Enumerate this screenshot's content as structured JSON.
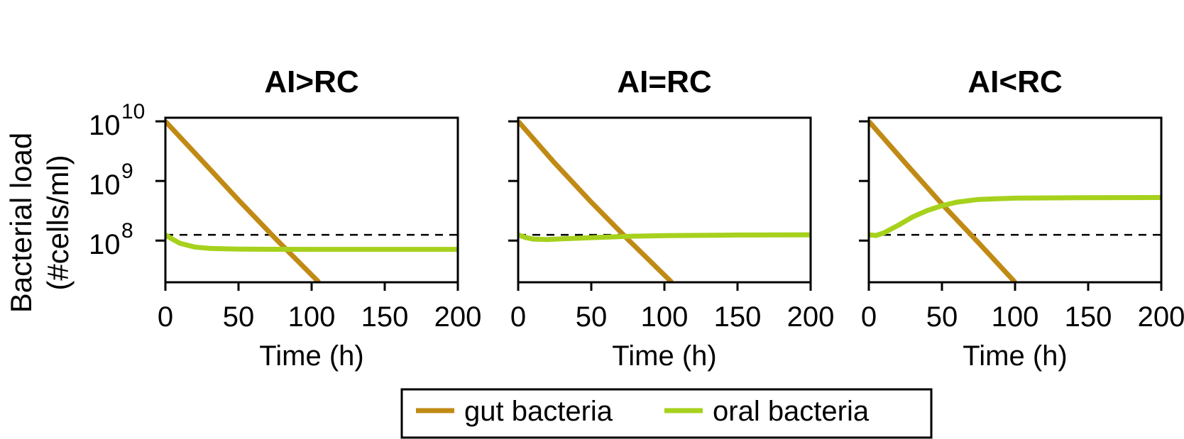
{
  "chart_data": {
    "type": "line",
    "ylabel_lines": [
      "Bacterial load",
      "(#cells/ml)"
    ],
    "y_scale": "log",
    "ylim": [
      20000000,
      11500000000
    ],
    "y_ticks": [
      {
        "value": 10000000000,
        "base": "10",
        "exp": "10"
      },
      {
        "value": 1000000000,
        "base": "10",
        "exp": "9"
      },
      {
        "value": 100000000,
        "base": "10",
        "exp": "8"
      }
    ],
    "xlim": [
      0,
      200
    ],
    "x_ticks": [
      0,
      50,
      100,
      150,
      200
    ],
    "threshold": 125000000,
    "colors": {
      "gut": "#c08a14",
      "oral": "#a6d11c"
    },
    "legend": {
      "placement": "bottom-center",
      "entries": [
        {
          "key": "gut",
          "label": "gut bacteria"
        },
        {
          "key": "oral",
          "label": "oral bacteria"
        }
      ]
    },
    "panels": [
      {
        "title": "AI>RC",
        "xlabel": "Time (h)",
        "series": [
          {
            "key": "gut",
            "x": [
              0,
              25,
              50,
              75,
              105
            ],
            "y": [
              10000000000,
              2200000000,
              480000000,
              110000000,
              20000000
            ]
          },
          {
            "key": "oral",
            "x": [
              0,
              5,
              10,
              20,
              30,
              50,
              75,
              100,
              150,
              200
            ],
            "y": [
              125000000,
              105000000,
              90000000,
              78000000,
              74000000,
              72000000,
              71500000,
              71300000,
              71200000,
              71200000
            ]
          }
        ]
      },
      {
        "title": "AI=RC",
        "xlabel": "Time (h)",
        "series": [
          {
            "key": "gut",
            "x": [
              0,
              25,
              50,
              75,
              105
            ],
            "y": [
              10000000000,
              2000000000,
              440000000,
              105000000,
              20000000
            ]
          },
          {
            "key": "oral",
            "x": [
              0,
              5,
              10,
              20,
              30,
              50,
              75,
              100,
              150,
              200
            ],
            "y": [
              125000000,
              113000000,
              106000000,
              104000000,
              107000000,
              112000000,
              118000000,
              121000000,
              124000000,
              125000000
            ]
          }
        ]
      },
      {
        "title": "AI<RC",
        "xlabel": "Time (h)",
        "series": [
          {
            "key": "gut",
            "x": [
              0,
              25,
              50,
              75,
              100
            ],
            "y": [
              10000000000,
              2000000000,
              410000000,
              92000000,
              20000000
            ]
          },
          {
            "key": "oral",
            "x": [
              0,
              5,
              10,
              20,
              30,
              40,
              50,
              60,
              75,
              100,
              150,
              200
            ],
            "y": [
              125000000,
              122000000,
              134000000,
              180000000,
              250000000,
              320000000,
              385000000,
              440000000,
              490000000,
              515000000,
              525000000,
              528000000
            ]
          }
        ]
      }
    ]
  }
}
